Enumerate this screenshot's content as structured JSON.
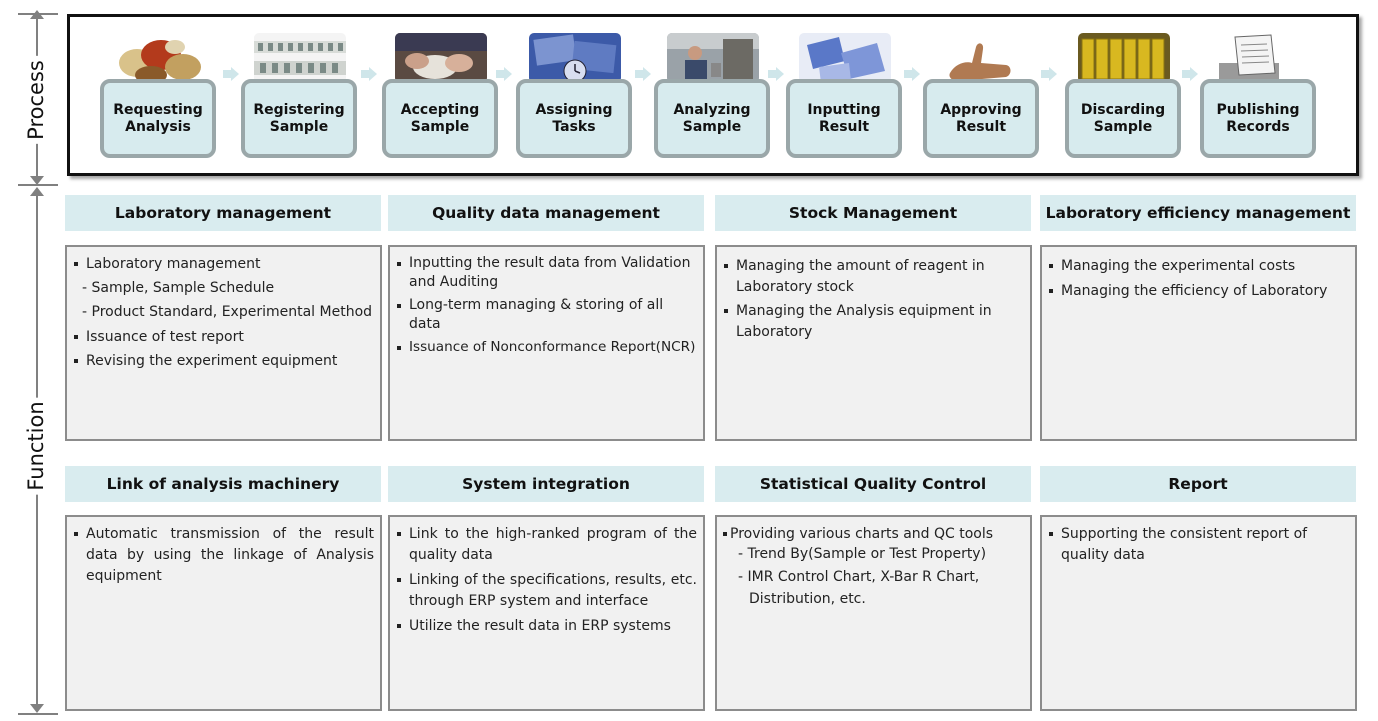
{
  "axis": {
    "process_label": "Process",
    "function_label": "Function"
  },
  "process": {
    "steps": [
      {
        "line1": "Requesting",
        "line2": "Analysis",
        "photo": "spices-photo"
      },
      {
        "line1": "Registering",
        "line2": "Sample",
        "photo": "sample-tubes-photo"
      },
      {
        "line1": "Accepting",
        "line2": "Sample",
        "photo": "hands-sample-photo"
      },
      {
        "line1": "Assigning",
        "line2": "Tasks",
        "photo": "clock-papers-photo"
      },
      {
        "line1": "Analyzing",
        "line2": "Sample",
        "photo": "lab-worker-photo"
      },
      {
        "line1": "Inputting",
        "line2": "Result",
        "photo": "documents-photo"
      },
      {
        "line1": "Approving",
        "line2": "Result",
        "photo": "thumbs-up-photo"
      },
      {
        "line1": "Discarding",
        "line2": "Sample",
        "photo": "barrels-photo"
      },
      {
        "line1": "Publishing",
        "line2": "Records",
        "photo": "paper-stack-photo"
      }
    ]
  },
  "functions": {
    "lab_mgmt": {
      "title": "Laboratory management",
      "b1": "Laboratory management",
      "s1": "- Sample, Sample Schedule",
      "s2": "- Product Standard, Experimental Method",
      "b2": "Issuance of test report",
      "b3": "Revising the experiment equipment"
    },
    "quality_data": {
      "title": "Quality data management",
      "b1": "Inputting the result data from Validation and Auditing",
      "b2": "Long-term managing & storing of all data",
      "b3": "Issuance of Nonconformance Report(NCR)"
    },
    "stock": {
      "title": "Stock Management",
      "b1": "Managing the amount of reagent in Laboratory stock",
      "b2": "Managing the Analysis equipment in Laboratory"
    },
    "efficiency": {
      "title": "Laboratory efficiency management",
      "b1": "Managing the experimental costs",
      "b2": "Managing the efficiency of Laboratory"
    },
    "machinery": {
      "title": "Link of analysis machinery",
      "b1": "Automatic transmission of the result data by using the linkage of Analysis equipment"
    },
    "integration": {
      "title": "System integration",
      "b1": "Link to the high-ranked program of the quality data",
      "b2": "Linking of the specifications, results, etc. through ERP system and interface",
      "b3": "Utilize the result data in ERP systems"
    },
    "sqc": {
      "title": "Statistical Quality Control",
      "b1": "Providing various charts and QC tools",
      "s1": "- Trend By(Sample or Test Property)",
      "s2": "- IMR Control Chart, X-Bar R Chart,",
      "s3": "Distribution, etc."
    },
    "report": {
      "title": "Report",
      "b1": "Supporting the consistent report of quality data"
    }
  }
}
